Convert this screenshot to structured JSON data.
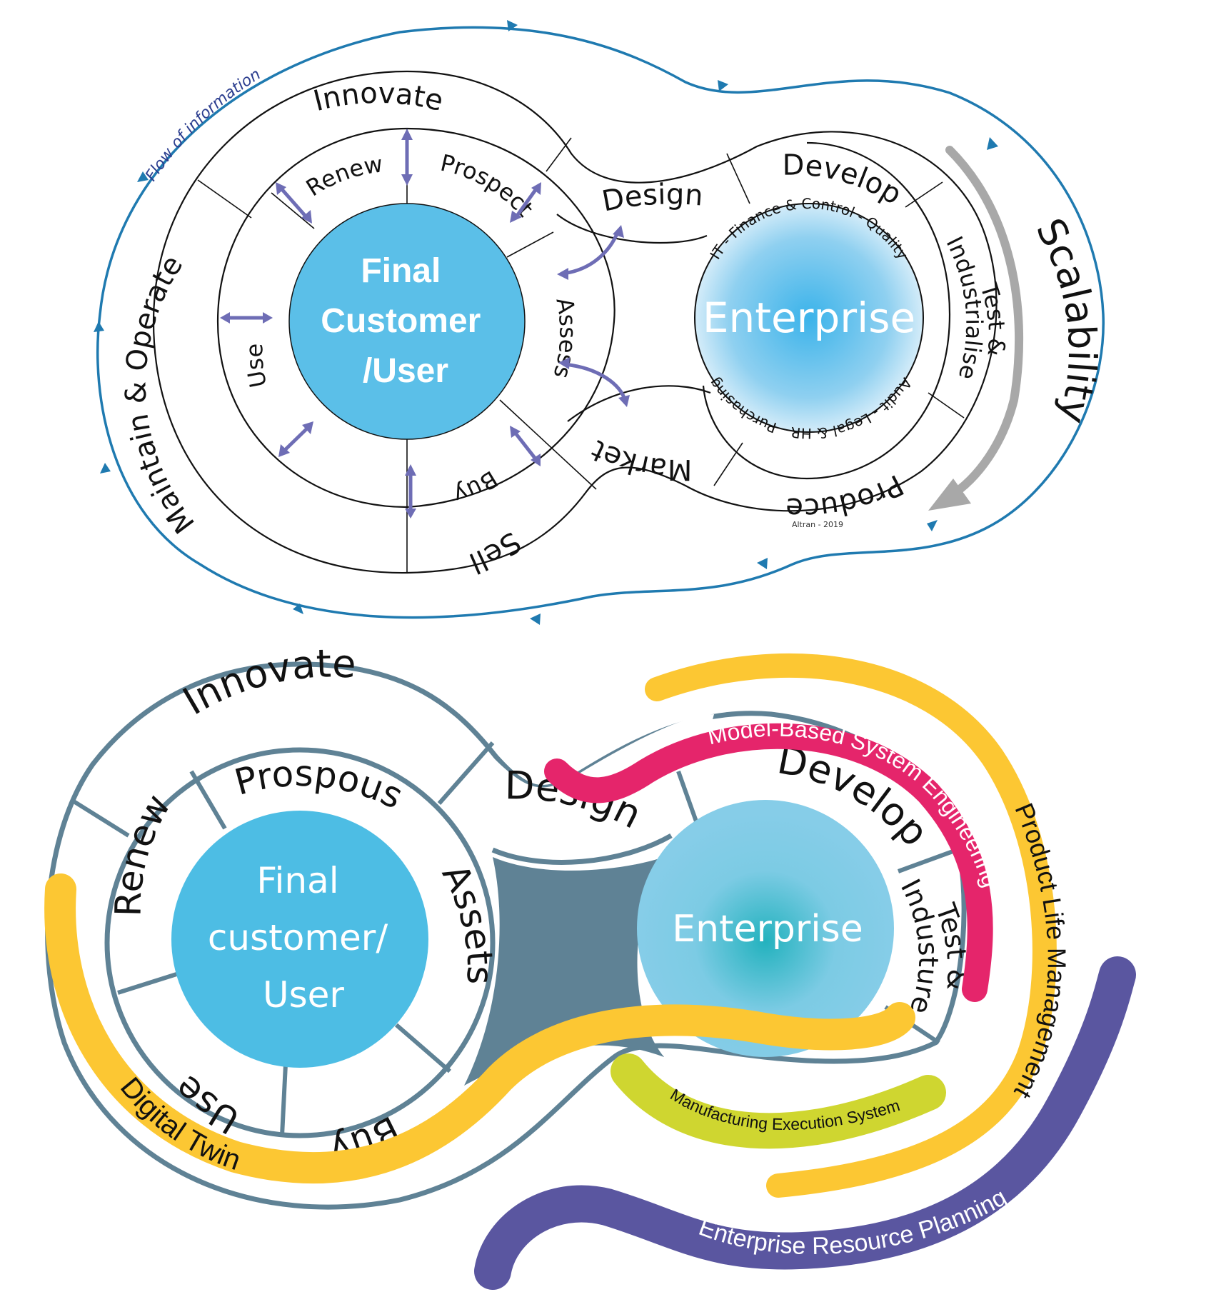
{
  "top_diagram": {
    "flow_label": "Flow of information",
    "scalability_label": "Scalability",
    "credit": "Altran - 2019",
    "customer_lines": [
      "Final",
      "Customer",
      "/User"
    ],
    "enterprise_label": "Enterprise",
    "enterprise_ring_text_top": "IT - Finance & Control - Quality",
    "enterprise_ring_text_bottom": "Audit - Legal & HR - Purchasing",
    "outer_ring": [
      "Innovate",
      "Maintain & Operate",
      "Sell",
      "Design",
      "Market",
      "Develop",
      "Test &",
      "Industrialise",
      "Produce"
    ],
    "inner_ring": [
      "Renew",
      "Prospect",
      "Assess",
      "Buy",
      "Use"
    ],
    "colors": {
      "flow_line": "#1f7ab0",
      "customer_circle": "#5bbfe8",
      "connector": "#858585",
      "arrows": "#6e6db5",
      "scalability_arrow": "#a8a8a8"
    }
  },
  "bottom_diagram": {
    "customer_lines": [
      "Final",
      "customer/",
      "User"
    ],
    "enterprise_label": "Enterprise",
    "outer_ring": [
      "Innovate",
      "Design",
      "Develop",
      "Test &",
      "Industure"
    ],
    "inner_ring": [
      "Prospous",
      "Renew",
      "Assets",
      "Use",
      "Buy"
    ],
    "bands": [
      {
        "label": "Digital Twin",
        "color": "#fcc733"
      },
      {
        "label": "Model-Based System Engineering",
        "color": "#e5256b"
      },
      {
        "label": "Product Life Management",
        "color": "#fcc733"
      },
      {
        "label": "Manufacturing Execution System",
        "color": "#cfd630"
      },
      {
        "label": "Enterprise Resource Planning",
        "color": "#5a56a0"
      }
    ],
    "colors": {
      "outline": "#5f8295",
      "customer_circle": "#4dbde4",
      "enterprise_circle": "#7ecbe6",
      "connector": "#5f8295"
    }
  }
}
